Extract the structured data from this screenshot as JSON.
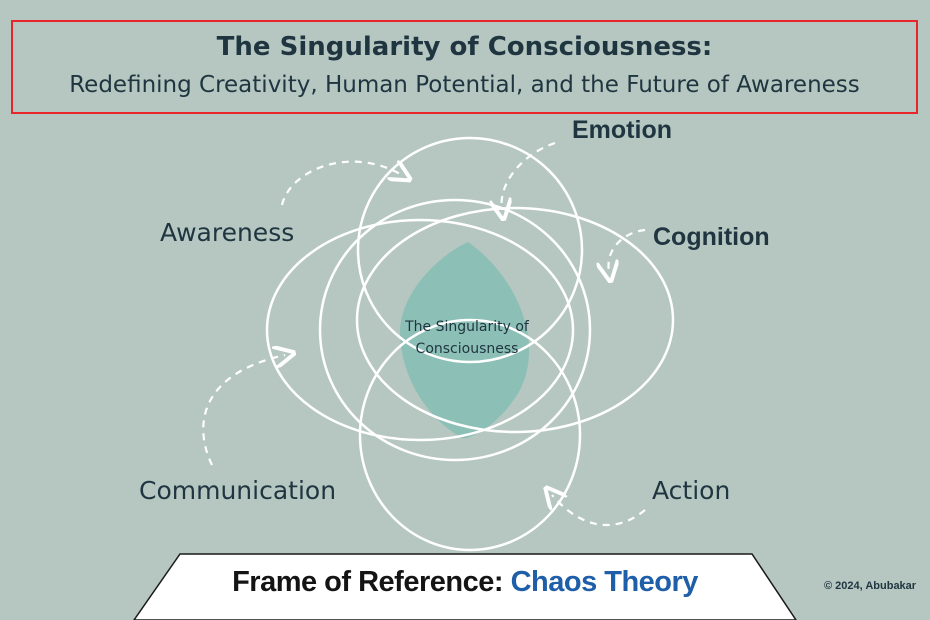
{
  "title": {
    "line1": "The Singularity of Consciousness:",
    "line2": "Redefining Creativity, Human Potential, and the Future of Awareness"
  },
  "diagram": {
    "center_label_line1": "The Singularity of",
    "center_label_line2": "Consciousness",
    "labels": {
      "emotion": "Emotion",
      "cognition": "Cognition",
      "awareness": "Awareness",
      "communication": "Communication",
      "action": "Action"
    }
  },
  "banner": {
    "prefix": "Frame of Reference: ",
    "highlight": "Chaos Theory"
  },
  "copyright": "© 2024, Abubakar",
  "colors": {
    "background": "#b5c7c0",
    "title_border": "#e8262a",
    "center_fill": "#8cbfb6",
    "highlight": "#1f5ea8"
  }
}
